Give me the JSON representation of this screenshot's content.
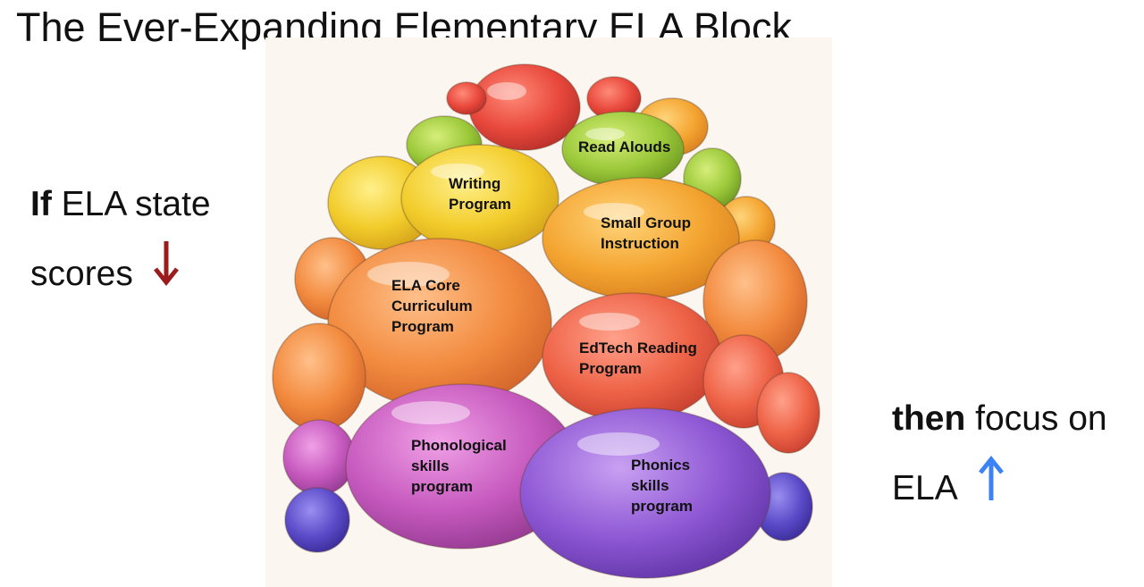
{
  "title": "The Ever-Expanding Elementary ELA Block",
  "left_caption": {
    "bold": "If",
    "rest_line1": " ELA state",
    "line2": "scores",
    "arrow": "down-arrow-icon",
    "arrow_color": "#9b1c1c"
  },
  "right_caption": {
    "bold": "then",
    "rest_line1": " focus on",
    "line2": "ELA",
    "arrow": "up-arrow-icon",
    "arrow_color": "#3b82f6"
  },
  "blobs": [
    {
      "key": "read_alouds",
      "label": "Read Alouds",
      "color": "#9ccb3a"
    },
    {
      "key": "writing",
      "label": "Writing\nProgram",
      "color": "#f2cf2a"
    },
    {
      "key": "small_group",
      "label": "Small Group\nInstruction",
      "color": "#f4a531"
    },
    {
      "key": "ela_core",
      "label": "ELA Core\nCurriculum\nProgram",
      "color": "#f28a3e"
    },
    {
      "key": "edtech",
      "label": "EdTech Reading\nProgram",
      "color": "#ee6347"
    },
    {
      "key": "phonological",
      "label": "Phonological\nskills\nprogram",
      "color": "#c659be"
    },
    {
      "key": "phonics",
      "label": "Phonics\nskills\nprogram",
      "color": "#8e57d4"
    }
  ]
}
